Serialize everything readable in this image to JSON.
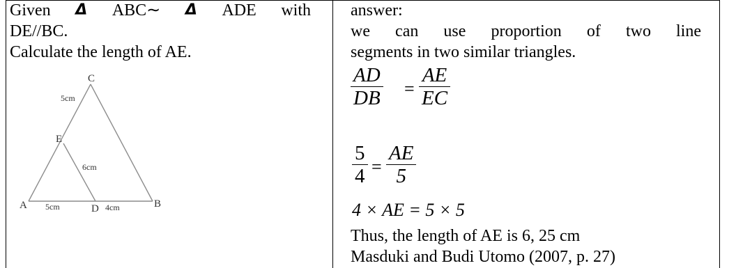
{
  "problem": {
    "line1": {
      "given": "Given",
      "d1": "Δ",
      "abc": "ABC∼",
      "d2": "Δ",
      "ade": "ADE",
      "with": "with"
    },
    "line2": "DE//BC.",
    "line3": "Calculate the length of AE."
  },
  "figure": {
    "labels": {
      "A": "A",
      "B": "B",
      "C": "C",
      "D": "D",
      "E": "E"
    },
    "measures": {
      "ce": "5cm",
      "ed": "6cm",
      "ad": "5cm",
      "db": "4cm"
    }
  },
  "answer": {
    "heading": "answer:",
    "line2_words": [
      "we",
      "can",
      "use",
      "proportion",
      "of",
      "two",
      "line"
    ],
    "line3": "segments in two similar triangles.",
    "frac1": {
      "lnum": "AD",
      "lden": "DB",
      "eq": "=",
      "rnum": "AE",
      "rden": "EC"
    },
    "frac2": {
      "lnum": "5",
      "lden": "4",
      "eq": "=",
      "rnum": "AE",
      "rden": "5"
    },
    "equation": "4 × AE = 5 × 5",
    "conclusion": "Thus, the length of AE is 6, 25 cm",
    "citation": "Masduki and Budi Utomo (2007, p. 27)"
  }
}
